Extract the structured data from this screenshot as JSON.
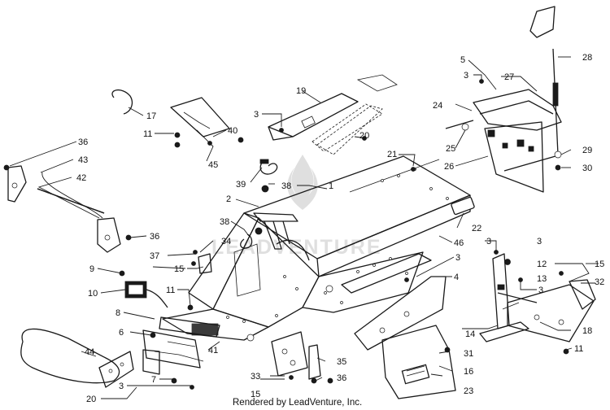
{
  "watermark": {
    "text": "LEADVENTURE"
  },
  "credit": "Rendered by LeadVenture, Inc.",
  "callouts": {
    "c1": "1",
    "c2": "2",
    "c3a": "3",
    "c3b": "3",
    "c3c": "3",
    "c3d": "3",
    "c3e": "3",
    "c3f": "3",
    "c3g": "3",
    "c4": "4",
    "c5": "5",
    "c6": "6",
    "c7": "7",
    "c8": "8",
    "c9": "9",
    "c10": "10",
    "c11a": "11",
    "c11b": "11",
    "c11c": "11",
    "c12": "12",
    "c13": "13",
    "c14": "14",
    "c15a": "15",
    "c15b": "15",
    "c15c": "15",
    "c16": "16",
    "c17": "17",
    "c18": "18",
    "c19": "19",
    "c20a": "20",
    "c20b": "20",
    "c21": "21",
    "c22": "22",
    "c23": "23",
    "c24": "24",
    "c25": "25",
    "c26": "26",
    "c27": "27",
    "c28": "28",
    "c29": "29",
    "c30": "30",
    "c31": "31",
    "c32": "32",
    "c33": "33",
    "c34": "34",
    "c35": "35",
    "c36a": "36",
    "c36b": "36",
    "c36c": "36",
    "c37": "37",
    "c38a": "38",
    "c38b": "38",
    "c39": "39",
    "c40": "40",
    "c41": "41",
    "c42": "42",
    "c43": "43",
    "c44": "44",
    "c45": "45",
    "c46": "46"
  }
}
